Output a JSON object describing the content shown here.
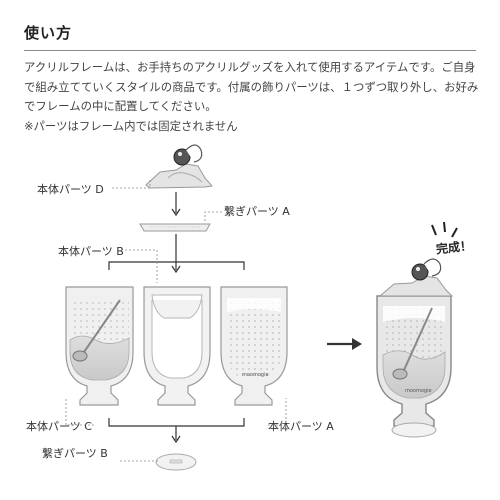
{
  "heading": "使い方",
  "body_lines": [
    "アクリルフレームは、お手持ちのアクリルグッズを入れて使用するアイテムです。ご自身",
    "で組み立てていくスタイルの商品です。付属の飾りパーツは、１つずつ取り外し、お好み",
    "でフレームの中に配置してください。",
    "※パーツはフレーム内では固定されません"
  ],
  "diagram": {
    "label_body_d": "本体パーツ D",
    "label_joint_a": "繋ぎパーツ A",
    "label_body_b": "本体パーツ B",
    "label_body_c": "本体パーツ C",
    "label_body_a": "本体パーツ A",
    "label_joint_b": "繋ぎパーツ B",
    "label_done": "完成！",
    "brand_mark": "moomogie",
    "brand_mark_assembled": "moomogie"
  },
  "colors": {
    "line": "#555555",
    "leader": "#888888",
    "frame_fill": "#e6e6e6",
    "frame_stroke": "#999999",
    "arrow": "#333333"
  }
}
